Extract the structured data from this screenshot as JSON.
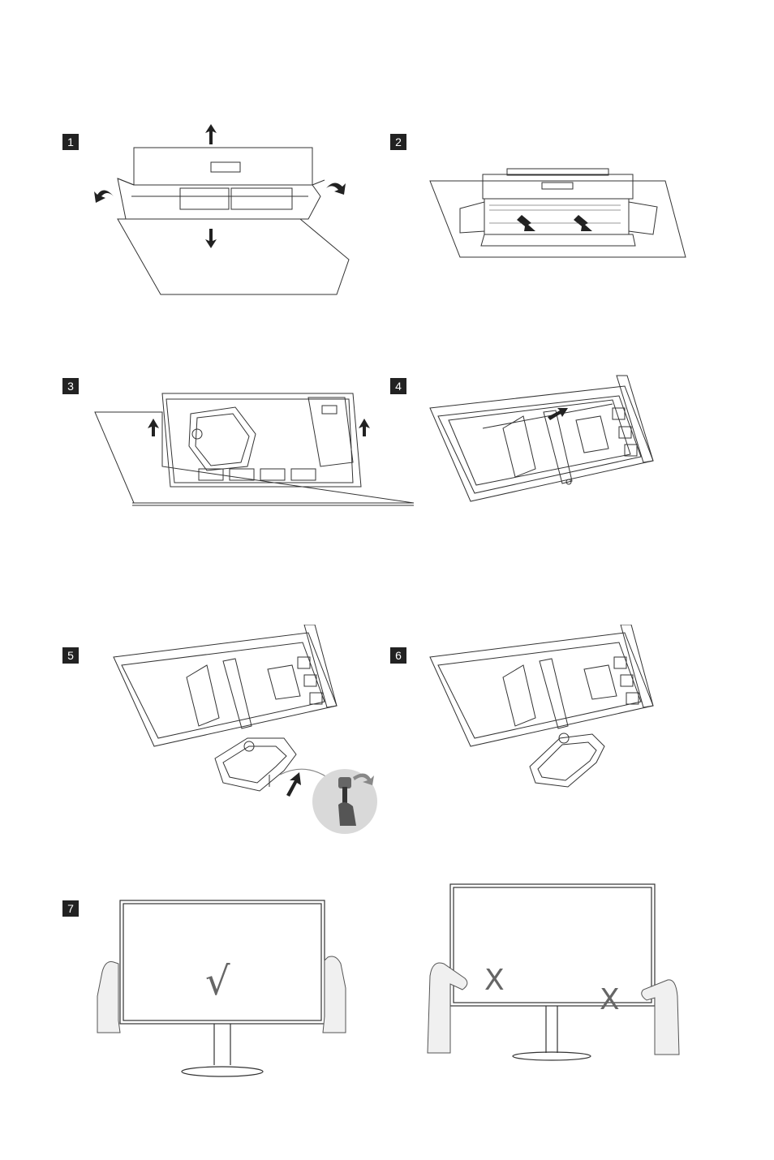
{
  "steps": [
    {
      "label": "1"
    },
    {
      "label": "2"
    },
    {
      "label": "3"
    },
    {
      "label": "4"
    },
    {
      "label": "5"
    },
    {
      "label": "6"
    },
    {
      "label": "7"
    }
  ],
  "marks": {
    "correct": "√",
    "wrong_left": "X",
    "wrong_right": "X"
  },
  "icons": {
    "arrow": "arrow-icon",
    "hand": "hand-icon",
    "screwdriver": "screwdriver-icon"
  }
}
